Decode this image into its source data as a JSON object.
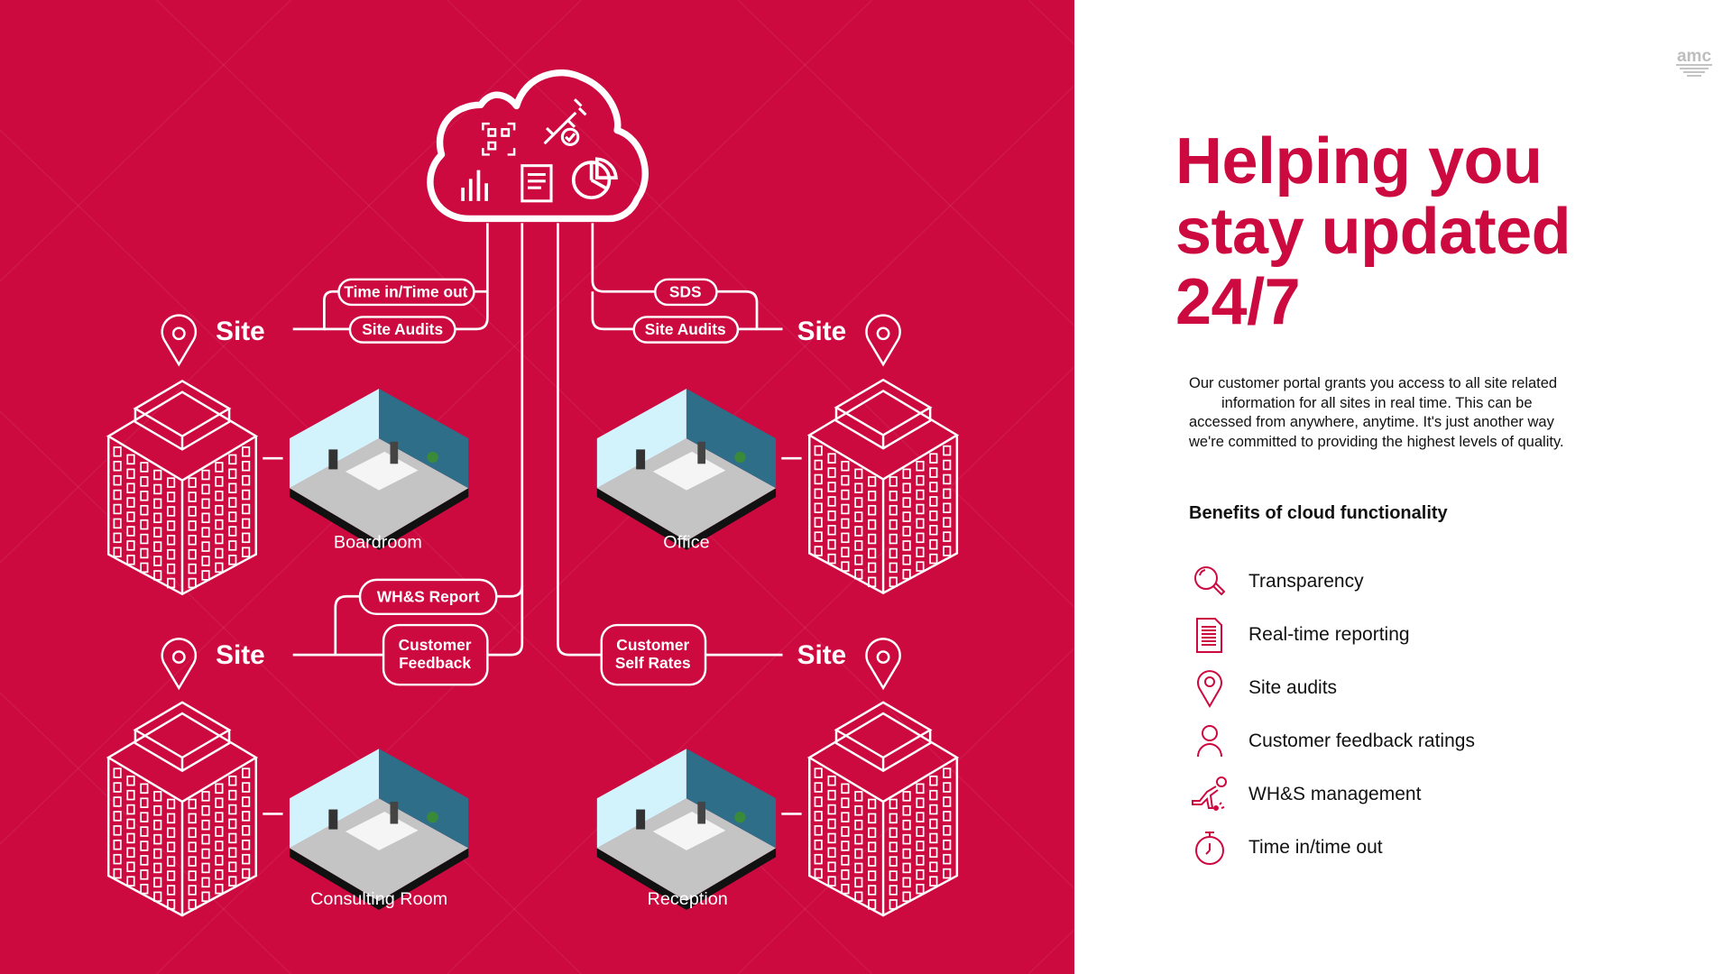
{
  "diagram": {
    "pills": {
      "time_in_out": "Time in/Time out",
      "site_audits_left": "Site Audits",
      "sds": "SDS",
      "site_audits_right": "Site Audits",
      "whs_report": "WH&S Report",
      "customer_feedback_1": "Customer",
      "customer_feedback_2": "Feedback",
      "customer_self_rates_1": "Customer",
      "customer_self_rates_2": "Self Rates"
    },
    "site_label": "Site",
    "rooms": {
      "boardroom": "Boardroom",
      "office": "Office",
      "consulting": "Consulting Room",
      "reception": "Reception"
    }
  },
  "right": {
    "logo": "amc",
    "title_lines": [
      "Helping you",
      "stay updated",
      "24/7"
    ],
    "paragraph_lines": [
      "Our customer portal grants you access to all site related",
      "information for all sites in real time. This can be",
      "accessed from anywhere, anytime. It's just another way",
      "we're committed to providing the highest levels of quality."
    ],
    "benefits_heading": "Benefits of cloud functionality",
    "benefits": [
      {
        "icon": "magnifier-icon",
        "label": "Transparency"
      },
      {
        "icon": "document-icon",
        "label": "Real-time reporting"
      },
      {
        "icon": "location-pin-icon",
        "label": "Site audits"
      },
      {
        "icon": "person-icon",
        "label": "Customer feedback ratings"
      },
      {
        "icon": "slip-fall-icon",
        "label": "WH&S management"
      },
      {
        "icon": "stopwatch-icon",
        "label": "Time in/time out"
      }
    ]
  },
  "colors": {
    "brand_red": "#cc0a40",
    "white": "#ffffff",
    "text": "#111111"
  }
}
